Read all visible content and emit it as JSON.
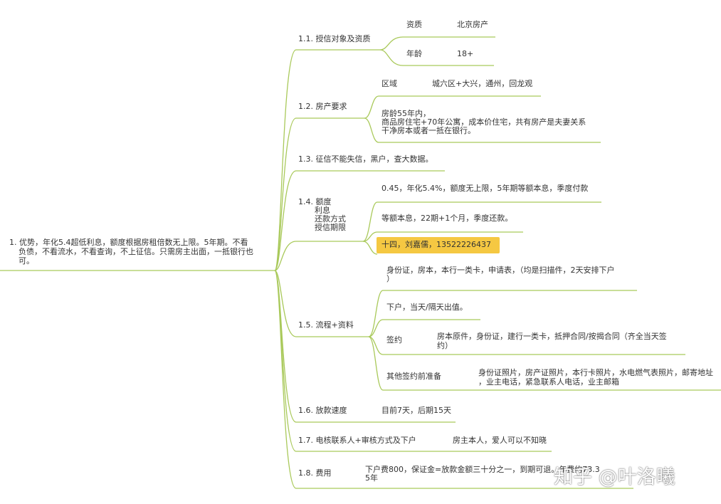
{
  "colors": {
    "branch": "#a9c95a",
    "highlight": "#f5c842",
    "text": "#333333"
  },
  "root": {
    "lines": [
      "1. 优势，年化5.4超低利息，额度根据房租倍数无上限。5年期。不看",
      "负债，不看流水，不看查询，不上征信。只需房主出面，一抵银行也",
      "可。"
    ]
  },
  "branches": {
    "b1": {
      "label": "1.1. 授信对象及资质",
      "c1": {
        "label": "资质",
        "value": "北京房产"
      },
      "c2": {
        "label": "年龄",
        "value": "18+"
      }
    },
    "b2": {
      "label": "1.2. 房产要求",
      "c1": {
        "label": "区域",
        "value": "城六区+大兴，通州，回龙观"
      },
      "c2": {
        "lines": [
          "房龄55年内，",
          "商品房住宅+70年公寓，成本价住宅，共有房产是夫妻关系",
          "干净房本或者一抵在银行。"
        ]
      }
    },
    "b3": {
      "label": "1.3. 征信不能失信，黑户，查大数据。"
    },
    "b4": {
      "lines": [
        "1.4. 额度",
        "利息",
        "还款方式",
        "授信期限"
      ],
      "c1": "0.45，年化5.4%，额度无上限，5年期等额本息，季度付款",
      "c2": "等额本息，22期+1个月，季度还款。",
      "c3": "十四，刘嘉儒，13522226437"
    },
    "b5": {
      "label": "1.5. 流程+资料",
      "c1": {
        "lines": [
          "身份证，房本，本行一类卡，申请表，（均是扫描件，2天安排下户",
          "）"
        ]
      },
      "c2": "下户，当天/隔天出值。",
      "c3": {
        "label": "签约",
        "lines": [
          "房本原件，身份证，建行一类卡，抵押合同/按揭合同（齐全当天签",
          "约）"
        ]
      },
      "c4": {
        "label": "其他签约前准备",
        "lines": [
          "身份证照片，房产证照片，本行卡照片，水电燃气表照片，邮寄地址",
          "，业主电话，紧急联系人电话，业主邮箱"
        ]
      }
    },
    "b6": {
      "label": "1.6. 放款速度",
      "value": "目前7天，后期15天"
    },
    "b7": {
      "label": "1.7. 电核联系人+审核方式及下户",
      "value": "房主本人，爱人可以不知晓"
    },
    "b8": {
      "label": "1.8. 费用",
      "lines": [
        "下户费800，保证金=放款金额三十分之一，到期可退。年费约73.3",
        "5年"
      ]
    }
  },
  "watermark": "知乎 @叶洛曦"
}
